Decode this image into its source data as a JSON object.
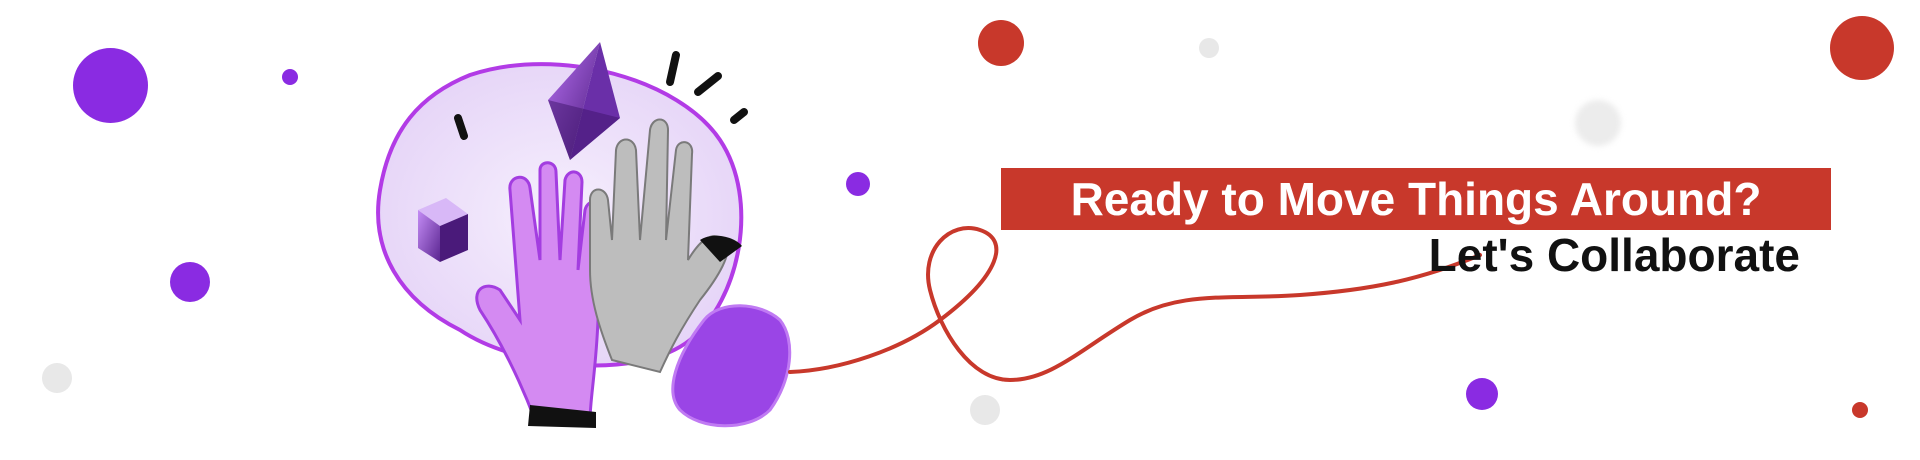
{
  "banner": {
    "headline": "Ready to Move Things Around?",
    "subheadline": "Let's Collaborate"
  },
  "colors": {
    "accent_red": "#c8382b",
    "purple": "#8a2be2",
    "lilac": "#e9dcf7",
    "light_gray": "#e6e6e6",
    "text_dark": "#111111"
  },
  "icons": [
    "purple-dot",
    "red-dot",
    "gray-dot",
    "hands-illustration",
    "cube-icon",
    "gem-icon",
    "red-thread"
  ]
}
